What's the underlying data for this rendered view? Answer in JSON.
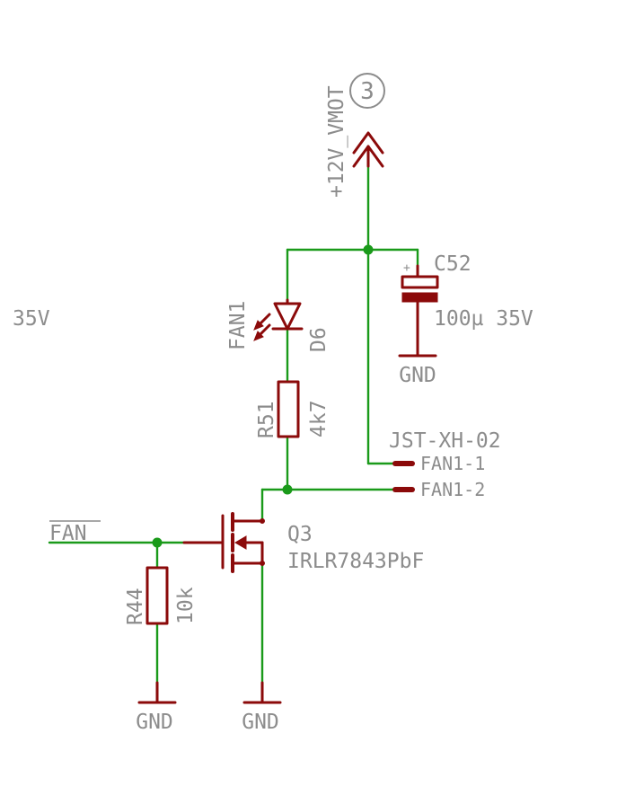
{
  "colors": {
    "wire": "#1a9a1a",
    "part": "#8b0a0a",
    "text": "#8c8c8c",
    "background": "#ffffff"
  },
  "labels": {
    "stray_voltage": "35V",
    "supply_net": "+12V_VMOT",
    "supply_marker": "3",
    "cap_name": "C52",
    "cap_value": "100µ 35V",
    "cap_plus": "+",
    "led_name": "FAN1",
    "led_ref": "D6",
    "r51_name": "R51",
    "r51_value": "4k7",
    "connector": "JST-XH-02",
    "pin1": "FAN1-1",
    "pin2": "FAN1-2",
    "fet_name": "Q3",
    "fet_part": "IRLR7843PbF",
    "fan_net": "FAN",
    "r44_name": "R44",
    "r44_value": "10k",
    "gnd_cap": "GND",
    "gnd_r44": "GND",
    "gnd_fet": "GND"
  }
}
